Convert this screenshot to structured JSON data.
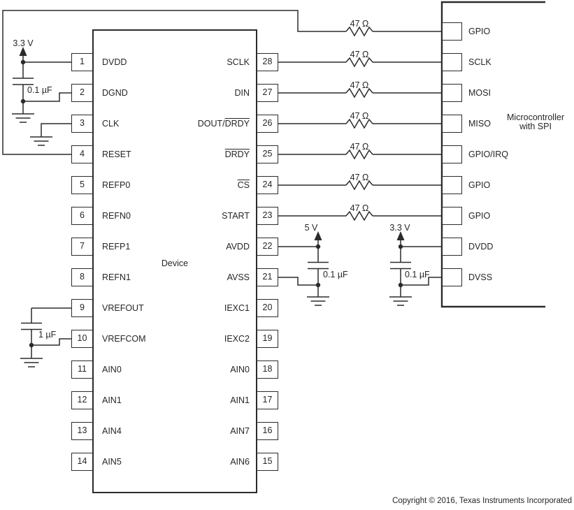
{
  "device": {
    "name_label": "Device",
    "left_pins": [
      {
        "num": "1",
        "label": "DVDD"
      },
      {
        "num": "2",
        "label": "DGND"
      },
      {
        "num": "3",
        "label": "CLK"
      },
      {
        "num": "4",
        "label": "RESET"
      },
      {
        "num": "5",
        "label": "REFP0"
      },
      {
        "num": "6",
        "label": "REFN0"
      },
      {
        "num": "7",
        "label": "REFP1"
      },
      {
        "num": "8",
        "label": "REFN1"
      },
      {
        "num": "9",
        "label": "VREFOUT"
      },
      {
        "num": "10",
        "label": "VREFCOM"
      },
      {
        "num": "11",
        "label": "AIN0"
      },
      {
        "num": "12",
        "label": "AIN1"
      },
      {
        "num": "13",
        "label": "AIN4"
      },
      {
        "num": "14",
        "label": "AIN5"
      }
    ],
    "right_pins": [
      {
        "num": "28",
        "label": [
          {
            "t": "SCLK"
          }
        ]
      },
      {
        "num": "27",
        "label": [
          {
            "t": "DIN"
          }
        ]
      },
      {
        "num": "26",
        "label": [
          {
            "t": "DOUT/"
          },
          {
            "t": "DRDY",
            "bar": true
          }
        ]
      },
      {
        "num": "25",
        "label": [
          {
            "t": "DRDY",
            "bar": true
          }
        ]
      },
      {
        "num": "24",
        "label": [
          {
            "t": "CS",
            "bar": true
          }
        ]
      },
      {
        "num": "23",
        "label": [
          {
            "t": "START"
          }
        ]
      },
      {
        "num": "22",
        "label": [
          {
            "t": "AVDD"
          }
        ]
      },
      {
        "num": "21",
        "label": [
          {
            "t": "AVSS"
          }
        ]
      },
      {
        "num": "20",
        "label": [
          {
            "t": "IEXC1"
          }
        ]
      },
      {
        "num": "19",
        "label": [
          {
            "t": "IEXC2"
          }
        ]
      },
      {
        "num": "18",
        "label": [
          {
            "t": "AIN0"
          }
        ]
      },
      {
        "num": "17",
        "label": [
          {
            "t": "AIN1"
          }
        ]
      },
      {
        "num": "16",
        "label": [
          {
            "t": "AIN7"
          }
        ]
      },
      {
        "num": "15",
        "label": [
          {
            "t": "AIN6"
          }
        ]
      }
    ]
  },
  "mcu": {
    "title_line1": "Microcontroller",
    "title_line2": "with SPI",
    "pins": [
      "GPIO",
      "SCLK",
      "MOSI",
      "MISO",
      "GPIO/IRQ",
      "GPIO",
      "GPIO",
      "DVDD",
      "DVSS"
    ]
  },
  "resistors": {
    "value_label": "47 Ω",
    "count": 7
  },
  "power": {
    "rail_33_left": "3.3 V",
    "cap_dvdd": "0.1 µF",
    "rail_5": "5 V",
    "cap_avdd": "0.1 µF",
    "rail_33_right": "3.3 V",
    "cap_mcu_dvdd": "0.1 µF",
    "cap_vref": "1 µF"
  },
  "footer": {
    "copyright": "Copyright © 2016, Texas Instruments Incorporated"
  },
  "colors": {
    "line": "#2b2b2b",
    "text": "#262626",
    "background": "#ffffff"
  }
}
